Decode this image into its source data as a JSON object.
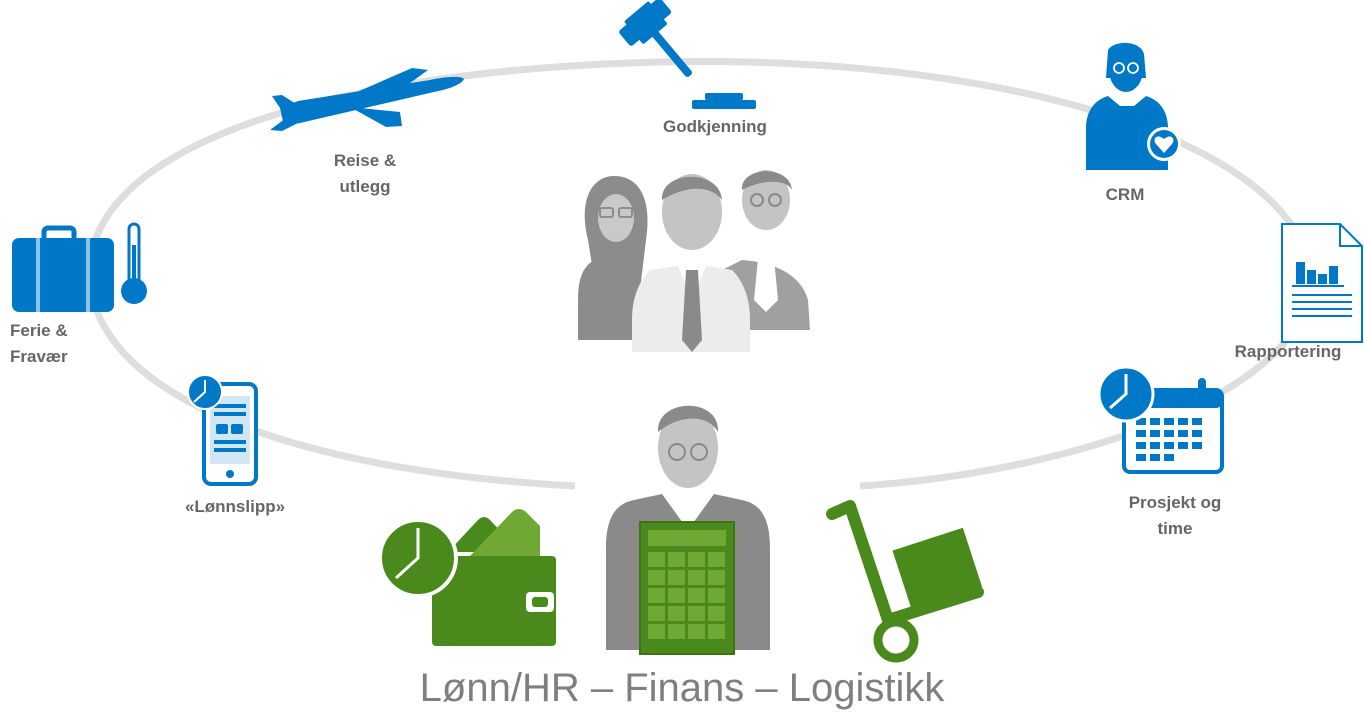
{
  "diagram": {
    "colors": {
      "blue": "#0078c8",
      "green": "#4a8a1c",
      "gray_dark": "#8a8a8a",
      "gray_light": "#c9c9c9",
      "ring": "#dedede",
      "text": "#666666"
    },
    "nodes": {
      "godkjenning": {
        "label": "Godkjenning",
        "icon": "gavel-icon"
      },
      "reise": {
        "label_line1": "Reise &",
        "label_line2": "utlegg",
        "icon": "airplane-icon"
      },
      "crm": {
        "label": "CRM",
        "icon": "customer-heart-icon"
      },
      "ferie": {
        "label_line1": "Ferie &",
        "label_line2": "Fravær",
        "icon": "suitcase-thermometer-icon"
      },
      "rapportering": {
        "label": "Rapportering",
        "icon": "report-chart-icon"
      },
      "lonnslipp": {
        "label": "«Lønnslipp»",
        "icon": "mobile-clock-icon"
      },
      "prosjekt": {
        "label_line1": "Prosjekt og",
        "label_line2": "time",
        "icon": "calendar-clock-icon"
      }
    },
    "center": {
      "icon": "team-people-icon"
    },
    "bottom": {
      "icons": [
        "wallet-clock-icon",
        "accountant-calculator-icon",
        "hand-truck-icon"
      ],
      "title": "Lønn/HR – Finans – Logistikk"
    }
  }
}
